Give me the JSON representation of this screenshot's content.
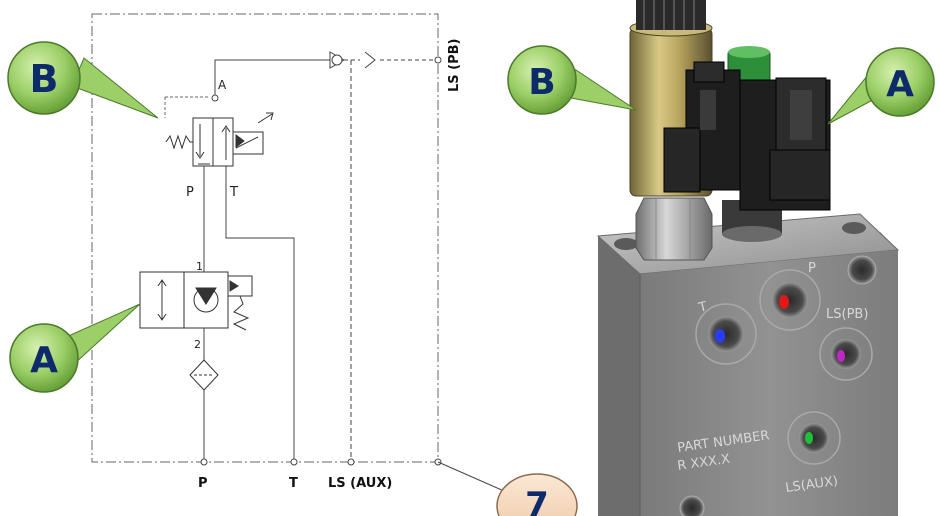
{
  "callouts": {
    "b_left": "B",
    "a_left": "A",
    "b_right": "B",
    "a_right": "A",
    "seven": "7"
  },
  "ports": {
    "ls_pb": "LS (PB)",
    "p": "P",
    "t": "T",
    "ls_aux": "LS (AUX)"
  },
  "schematic_marks": {
    "a": "A",
    "p": "P",
    "t": "T",
    "one": "1",
    "two": "2"
  },
  "block_engraving": {
    "t": "T",
    "p": "P",
    "ls_pb": "LS(PB)",
    "part_number": "PART NUMBER",
    "part_code": "R XXX.X",
    "ls_aux": "LS(AUX)"
  },
  "colors": {
    "callout_fill": "#9ccf67",
    "callout_text": "#0d2a6b",
    "seven_fill": "#f6dcc4",
    "block_metal": "#8a8a8a",
    "port_t": "#2a3cff",
    "port_p": "#e01818",
    "port_ls_pb": "#c026c8",
    "port_ls_aux": "#1fbf3a",
    "solenoid_brass": "#b8a660",
    "connector_black": "#1e1e1e",
    "connector_green": "#2e8f3a"
  }
}
